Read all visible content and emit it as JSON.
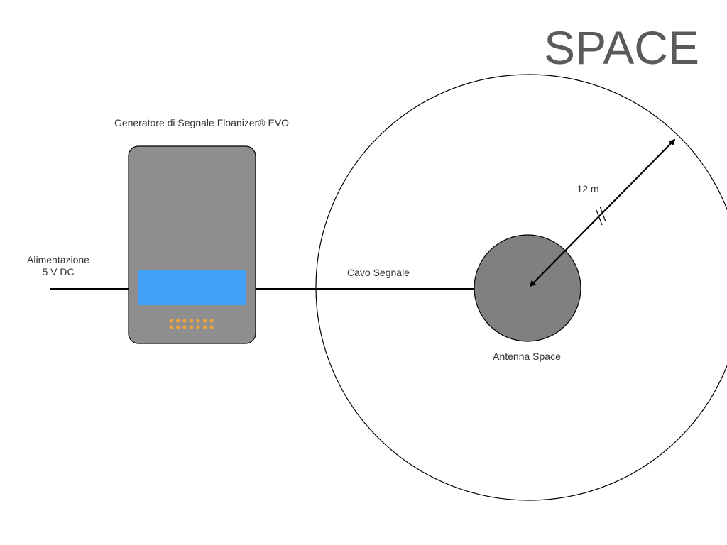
{
  "title": "SPACE",
  "generator": {
    "label": "Generatore di Segnale Floanizer® EVO"
  },
  "power": {
    "line1": "Alimentazione",
    "line2": "5 V DC"
  },
  "cable": {
    "label": "Cavo Segnale"
  },
  "antenna": {
    "label": "Antenna Space"
  },
  "radius": {
    "label": "12 m"
  },
  "colors": {
    "device_body": "#8e8e8e",
    "display": "#42a0f7",
    "leds": "#f2a33a",
    "antenna": "#808080",
    "lines": "#000000",
    "title": "#5a5a5a",
    "text": "#333333"
  }
}
